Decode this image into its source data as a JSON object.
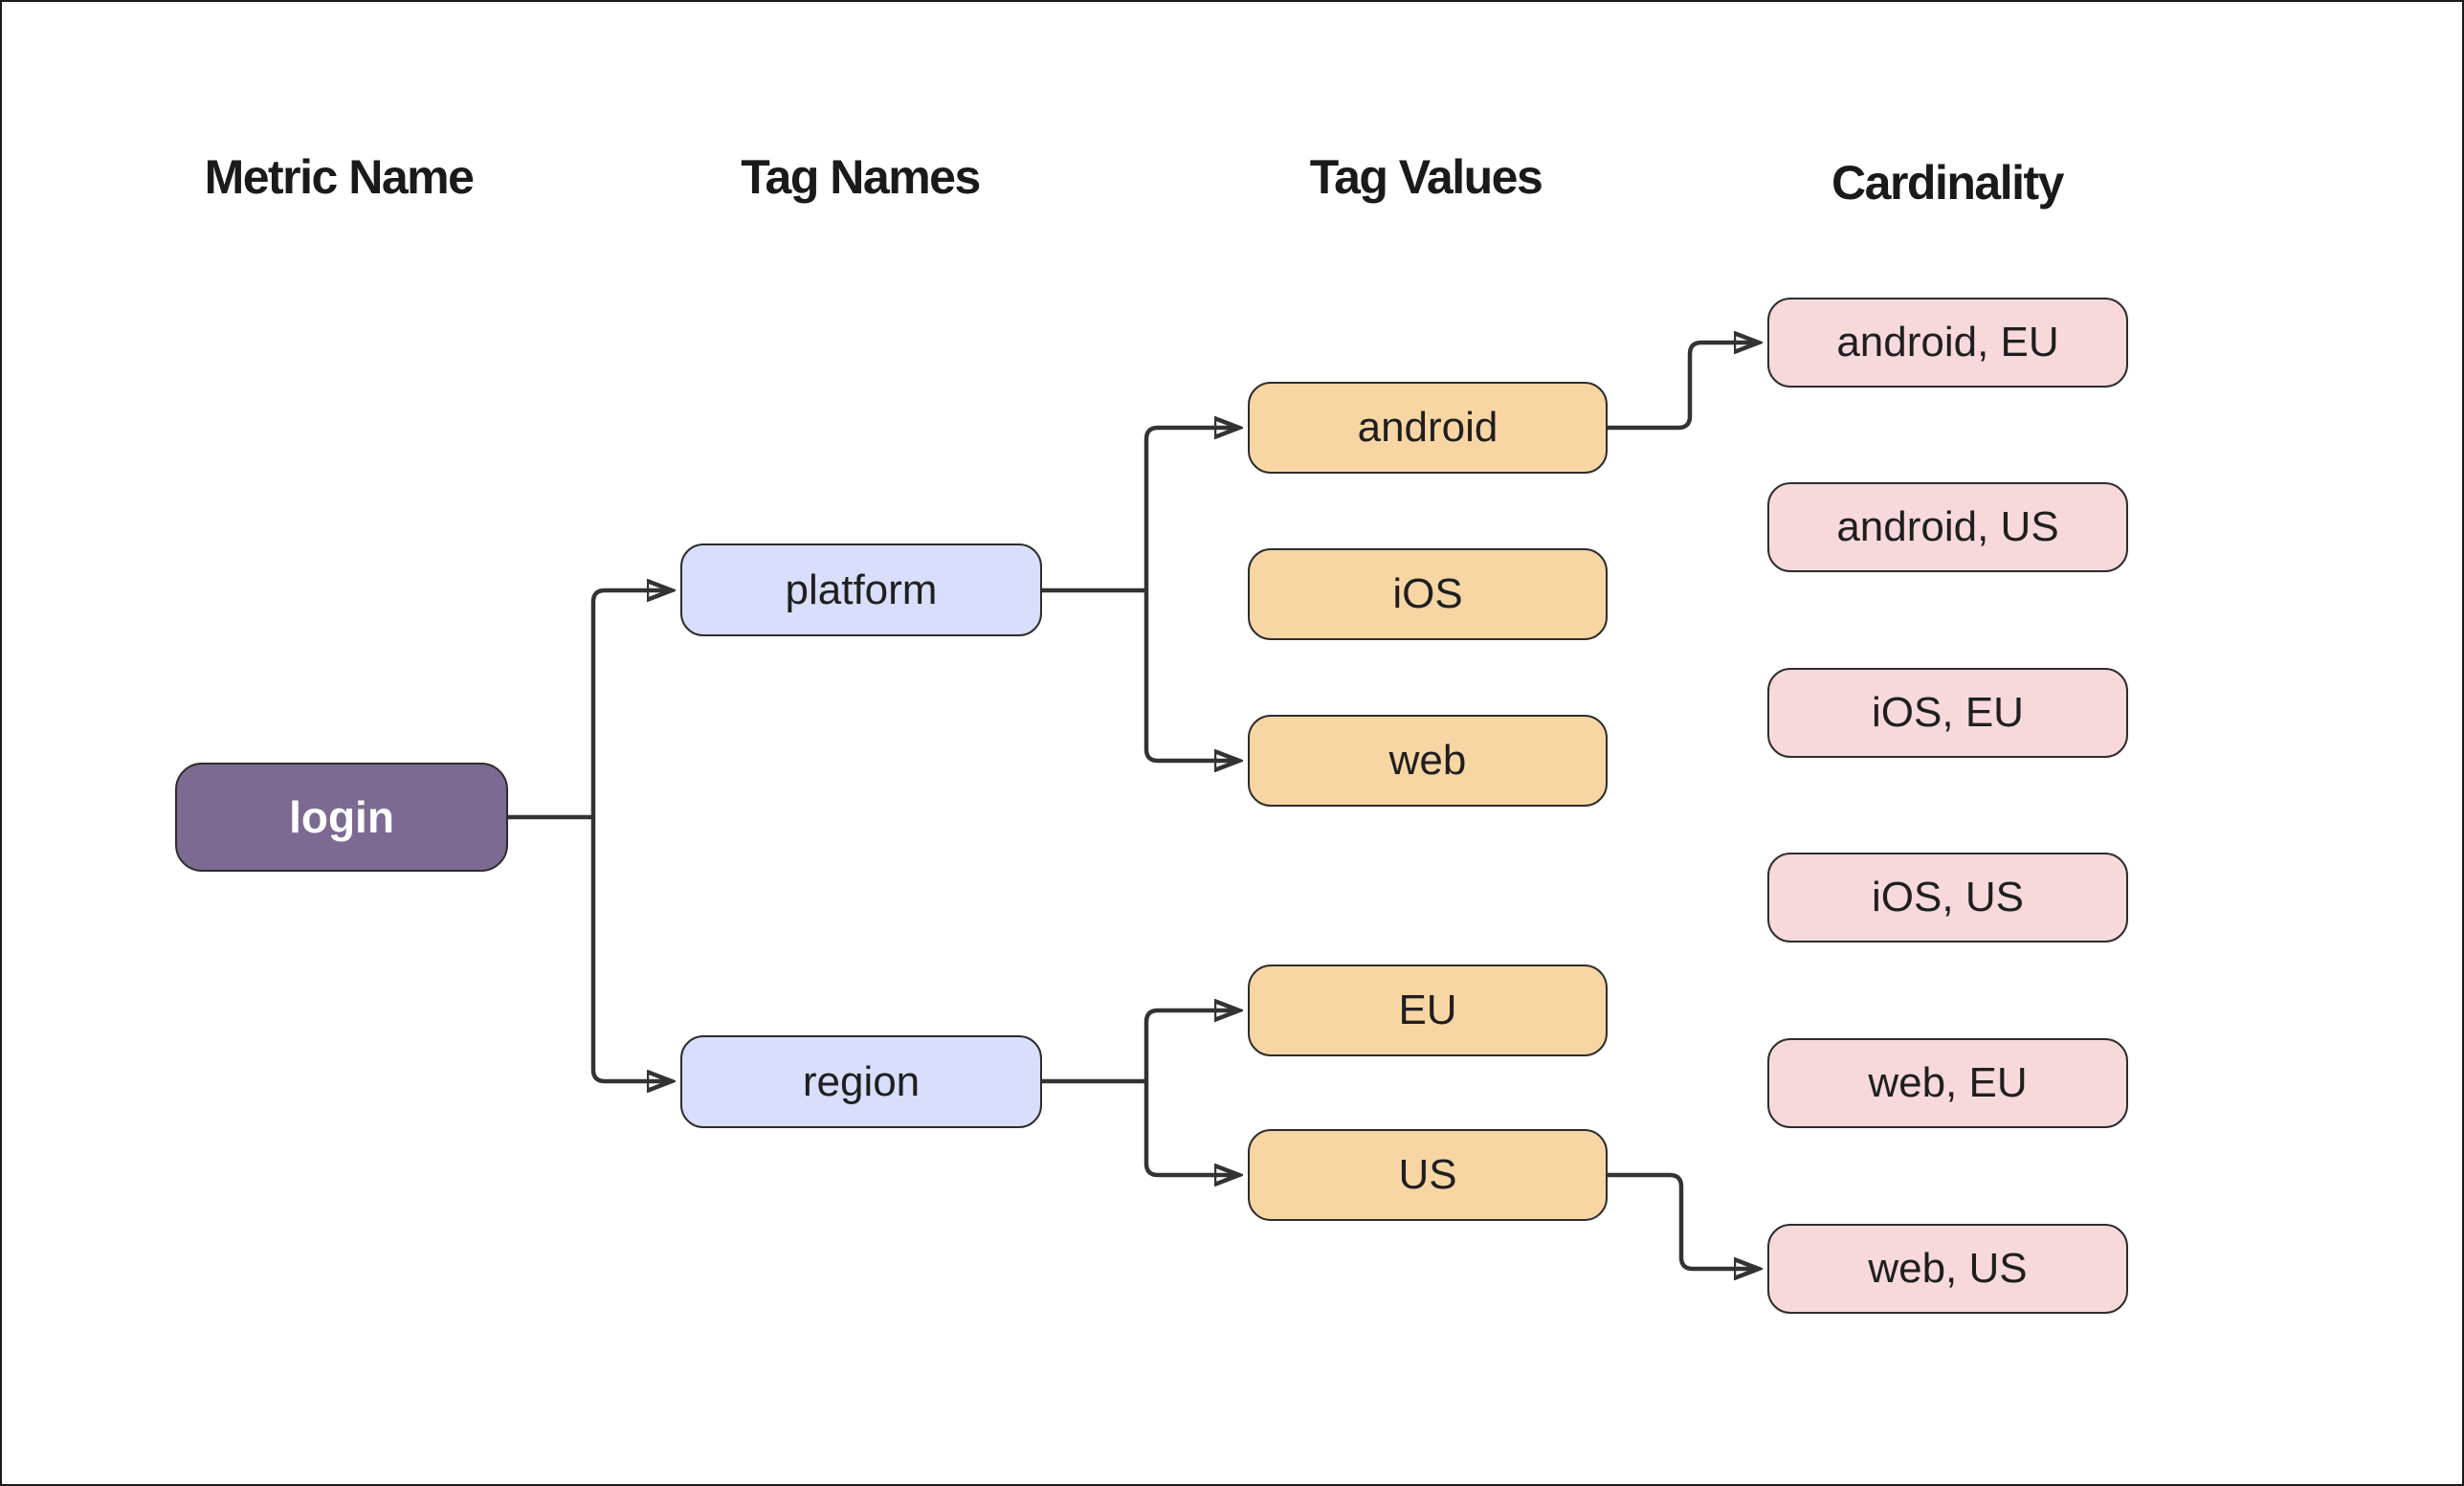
{
  "diagram": {
    "headers": [
      {
        "id": "metric-name",
        "label": "Metric Name"
      },
      {
        "id": "tag-names",
        "label": "Tag Names"
      },
      {
        "id": "tag-values",
        "label": "Tag Values"
      },
      {
        "id": "cardinality",
        "label": "Cardinality"
      }
    ],
    "nodes": {
      "login": {
        "label": "login",
        "column": "Metric Name"
      },
      "platform": {
        "label": "platform",
        "column": "Tag Names"
      },
      "region": {
        "label": "region",
        "column": "Tag Names"
      },
      "android": {
        "label": "android",
        "column": "Tag Values"
      },
      "ios": {
        "label": "iOS",
        "column": "Tag Values"
      },
      "web": {
        "label": "web",
        "column": "Tag Values"
      },
      "eu": {
        "label": "EU",
        "column": "Tag Values"
      },
      "us": {
        "label": "US",
        "column": "Tag Values"
      },
      "android_eu": {
        "label": "android, EU",
        "column": "Cardinality"
      },
      "android_us": {
        "label": "android, US",
        "column": "Cardinality"
      },
      "ios_eu": {
        "label": "iOS, EU",
        "column": "Cardinality"
      },
      "ios_us": {
        "label": "iOS, US",
        "column": "Cardinality"
      },
      "web_eu": {
        "label": "web, EU",
        "column": "Cardinality"
      },
      "web_us": {
        "label": "web, US",
        "column": "Cardinality"
      }
    },
    "edges": [
      {
        "from": "login",
        "to": "platform"
      },
      {
        "from": "login",
        "to": "region"
      },
      {
        "from": "platform",
        "to": "android"
      },
      {
        "from": "platform",
        "to": "web"
      },
      {
        "from": "region",
        "to": "eu"
      },
      {
        "from": "region",
        "to": "us"
      },
      {
        "from": "android",
        "to": "android_eu"
      },
      {
        "from": "us",
        "to": "web_us"
      }
    ],
    "colors": {
      "background": "#ffffff",
      "frame_border": "#1a1a1a",
      "heading_text": "#1a1a1a",
      "node_text": "#1f1f1f",
      "node_border": "#2d2d2d",
      "connector": "#333333",
      "metric_fill": "#7c6a92",
      "metric_text": "#ffffff",
      "tag_name_fill": "#d8defb",
      "tag_value_fill": "#f8d6a4",
      "cardinality_fill": "#f7d9dc"
    }
  }
}
